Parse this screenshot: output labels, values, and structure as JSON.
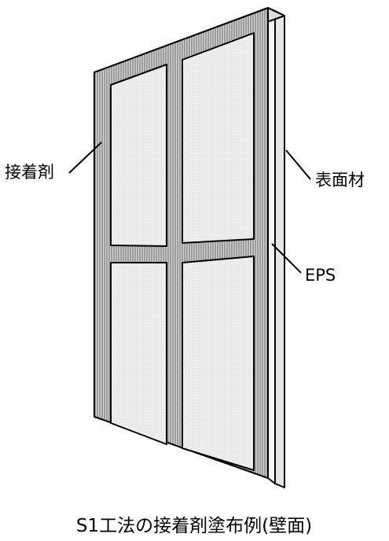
{
  "labels": {
    "adhesive": "接着剤",
    "surface_material": "表面材",
    "eps": "EPS"
  },
  "caption": "S1工法の接着剤塗布例(壁面)",
  "colors": {
    "adhesive_fill": "#8c8c8c",
    "eps_fill": "#f2f2f2",
    "surface_fill": "#e9e9e9",
    "line": "#000000"
  }
}
